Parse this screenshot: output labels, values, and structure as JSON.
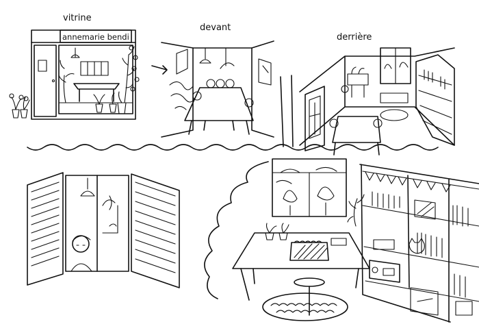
{
  "labels": {
    "vitrine": "vitrine",
    "shop_sign": "annemarie bendi",
    "devant": "devant",
    "derriere": "derrière"
  }
}
